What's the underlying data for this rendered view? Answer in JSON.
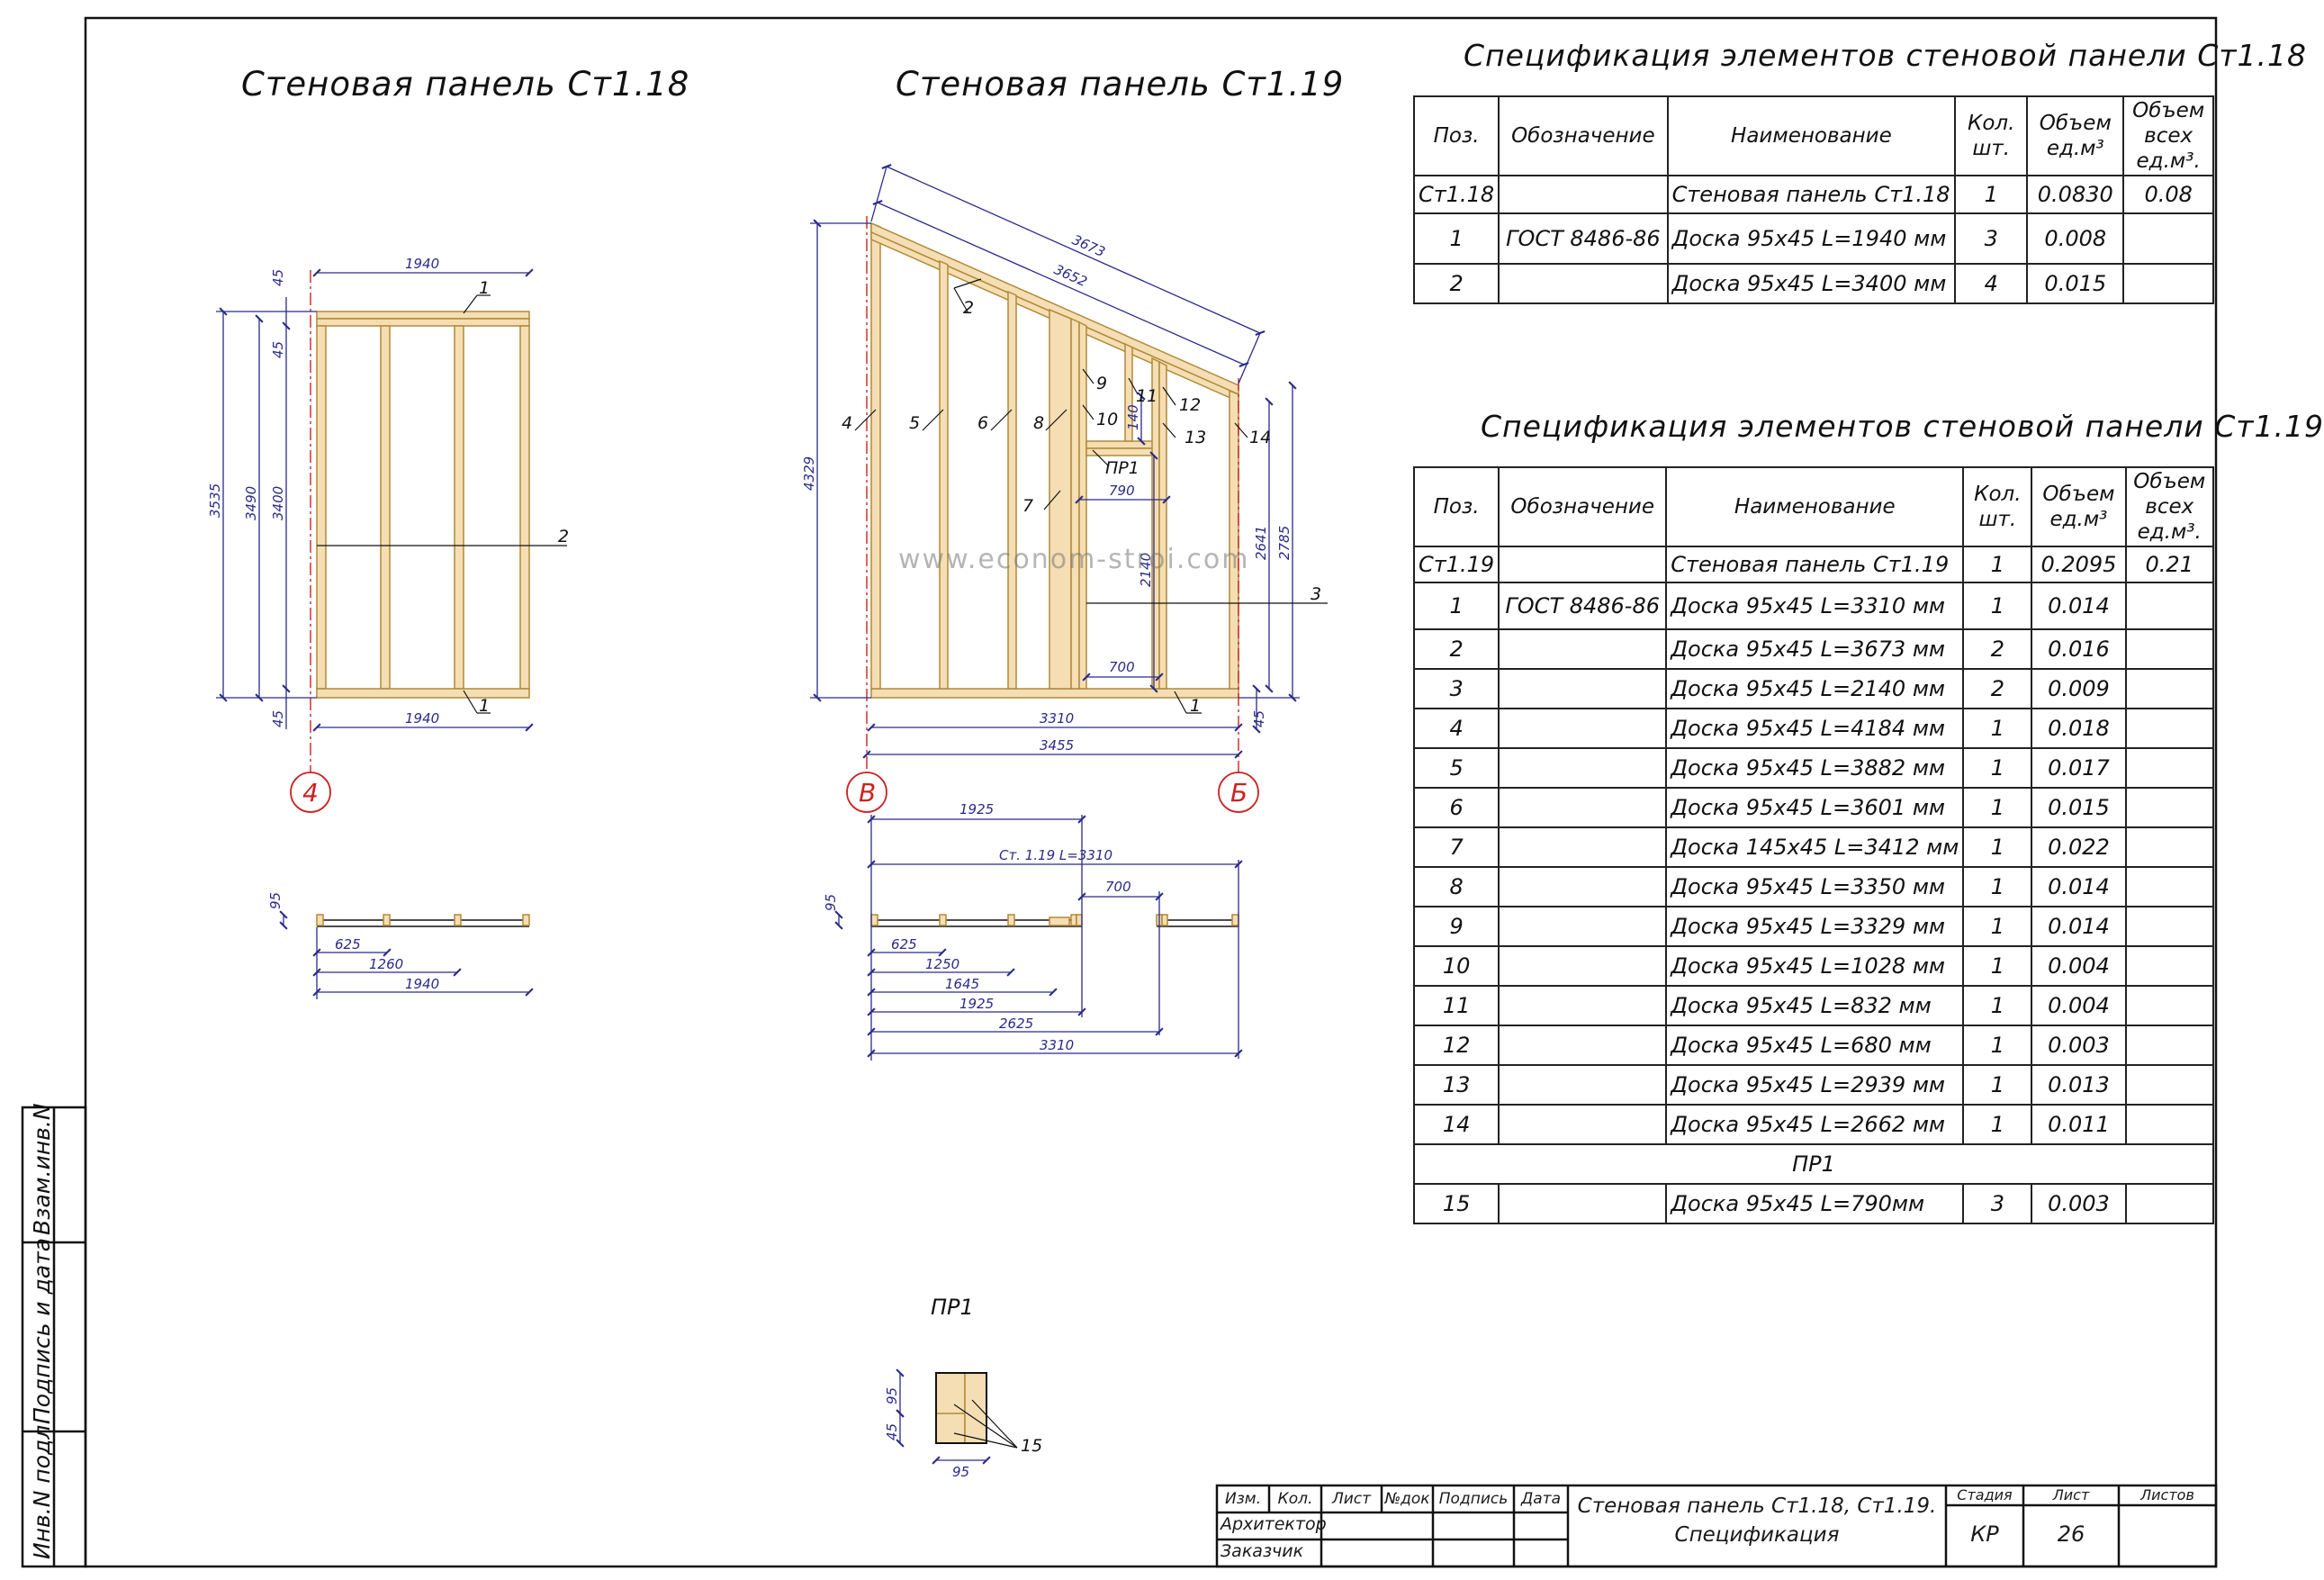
{
  "panel_a": {
    "title": "Стеновая панель Ст1.18",
    "dims": {
      "top": "1940",
      "bottom": "1940",
      "h1": "3535",
      "h2": "3490",
      "h3": "3400",
      "t1": "45",
      "t2": "45",
      "t3": "45"
    },
    "labels": [
      "1",
      "2",
      "1"
    ],
    "axis": "4",
    "section": {
      "d95": "95",
      "d1": "625",
      "d2": "1260",
      "d3": "1940"
    }
  },
  "panel_b": {
    "title": "Стеновая панель Ст1.19",
    "dims": {
      "slope1": "3673",
      "slope2": "3652",
      "h_left": "4329",
      "h_r1": "2641",
      "h_r2": "2785",
      "w1": "3310",
      "w2": "3455",
      "b45": "45",
      "open_w": "790",
      "open_h": "2140",
      "door_w": "700",
      "d140": "140"
    },
    "labels": [
      "2",
      "4",
      "5",
      "6",
      "8",
      "9",
      "10",
      "11",
      "12",
      "13",
      "14",
      "7",
      "3",
      "1"
    ],
    "pr_label": "ПР1",
    "axis_left": "В",
    "axis_right": "Б",
    "section": {
      "d95": "95",
      "top1": "1925",
      "top2": "Ст. 1.19 L=3310",
      "top3": "700",
      "d1": "625",
      "d2": "1250",
      "d3": "1645",
      "d4": "1925",
      "d5": "2625",
      "d6": "3310"
    }
  },
  "pr1": {
    "title": "ПР1",
    "d95a": "95",
    "d45": "45",
    "d95b": "95",
    "label": "15"
  },
  "watermark": "www.econom-stroi.com",
  "spec1": {
    "title": "Спецификация элементов стеновой панели Ст1.18",
    "headers": [
      "Поз.",
      "Обозначение",
      "Наименование",
      "Кол. шт.",
      "Объем ед.м³",
      "Объем всех ед.м³."
    ],
    "rows": [
      [
        "Ст1.18",
        "",
        "Стеновая панель Ст1.18",
        "1",
        "0.0830",
        "0.08"
      ],
      [
        "1",
        "ГОСТ 8486-86",
        "Доска 95х45 L=1940 мм",
        "3",
        "0.008",
        ""
      ],
      [
        "2",
        "",
        "Доска 95х45 L=3400 мм",
        "4",
        "0.015",
        ""
      ]
    ]
  },
  "spec2": {
    "title": "Спецификация элементов стеновой панели Ст1.19",
    "headers": [
      "Поз.",
      "Обозначение",
      "Наименование",
      "Кол. шт.",
      "Объем ед.м³",
      "Объем всех ед.м³."
    ],
    "rows": [
      [
        "Ст1.19",
        "",
        "Стеновая панель Ст1.19",
        "1",
        "0.2095",
        "0.21"
      ],
      [
        "1",
        "ГОСТ 8486-86",
        "Доска 95х45 L=3310 мм",
        "1",
        "0.014",
        ""
      ],
      [
        "2",
        "",
        "Доска 95х45 L=3673 мм",
        "2",
        "0.016",
        ""
      ],
      [
        "3",
        "",
        "Доска 95х45 L=2140 мм",
        "2",
        "0.009",
        ""
      ],
      [
        "4",
        "",
        "Доска 95х45 L=4184 мм",
        "1",
        "0.018",
        ""
      ],
      [
        "5",
        "",
        "Доска 95х45 L=3882 мм",
        "1",
        "0.017",
        ""
      ],
      [
        "6",
        "",
        "Доска 95х45 L=3601 мм",
        "1",
        "0.015",
        ""
      ],
      [
        "7",
        "",
        "Доска 145х45 L=3412 мм",
        "1",
        "0.022",
        ""
      ],
      [
        "8",
        "",
        "Доска 95х45 L=3350 мм",
        "1",
        "0.014",
        ""
      ],
      [
        "9",
        "",
        "Доска 95х45 L=3329 мм",
        "1",
        "0.014",
        ""
      ],
      [
        "10",
        "",
        "Доска 95х45 L=1028 мм",
        "1",
        "0.004",
        ""
      ],
      [
        "11",
        "",
        "Доска 95х45 L=832 мм",
        "1",
        "0.004",
        ""
      ],
      [
        "12",
        "",
        "Доска 95х45 L=680 мм",
        "1",
        "0.003",
        ""
      ],
      [
        "13",
        "",
        "Доска 95х45 L=2939 мм",
        "1",
        "0.013",
        ""
      ],
      [
        "14",
        "",
        "Доска 95х45 L=2662 мм",
        "1",
        "0.011",
        ""
      ]
    ],
    "group_label": "ПР1",
    "group_rows": [
      [
        "15",
        "",
        "Доска 95х45 L=790мм",
        "3",
        "0.003",
        ""
      ]
    ]
  },
  "stamp": {
    "cols": [
      "Изм.",
      "Кол.",
      "Лист",
      "№док",
      "Подпись",
      "Дата"
    ],
    "architect": "Архитектор",
    "customer": "Заказчик",
    "title_line1": "Стеновая панель Ст1.18, Ст1.19.",
    "title_line2": "Спецификация",
    "stage_label": "Стадия",
    "sheet_label": "Лист",
    "sheets_label": "Листов",
    "stage": "КР",
    "sheet": "26",
    "sheets": ""
  },
  "side_strip": [
    "Инв.N подл.",
    "Подпись и дата",
    "Взам.инв.N"
  ]
}
